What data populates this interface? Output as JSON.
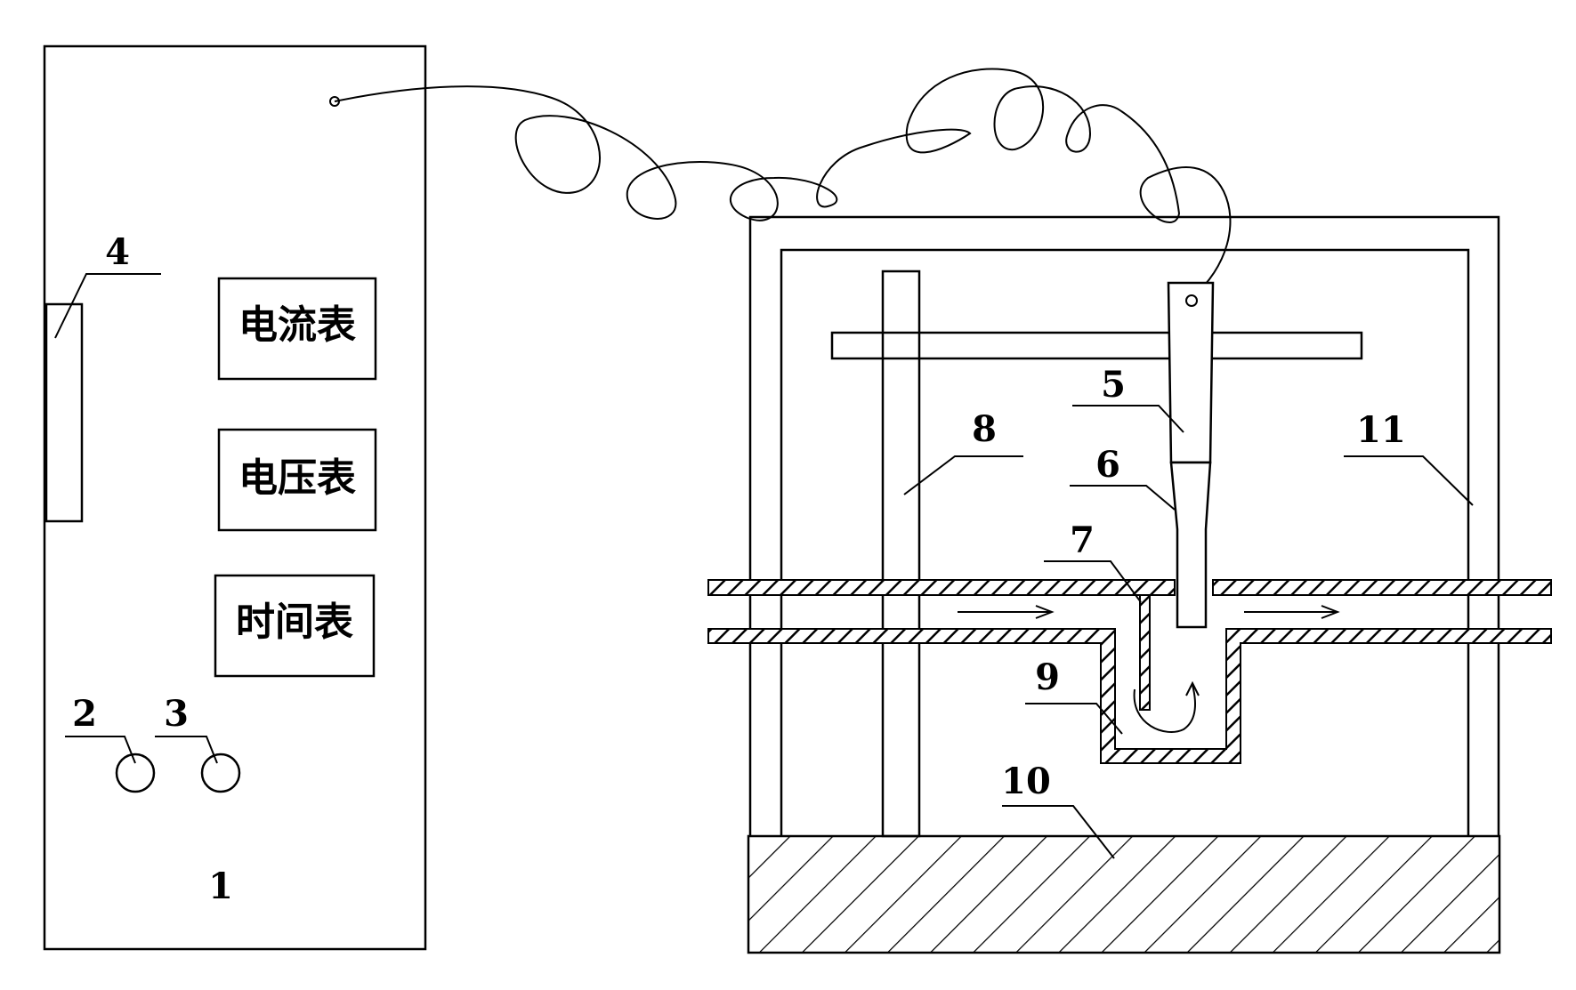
{
  "meters": {
    "current": "电流表",
    "voltage": "电压表",
    "time": "时间表"
  },
  "labels": {
    "n1": "1",
    "n2": "2",
    "n3": "3",
    "n4": "4",
    "n5": "5",
    "n6": "6",
    "n7": "7",
    "n8": "8",
    "n9": "9",
    "n10": "10",
    "n11": "11"
  }
}
